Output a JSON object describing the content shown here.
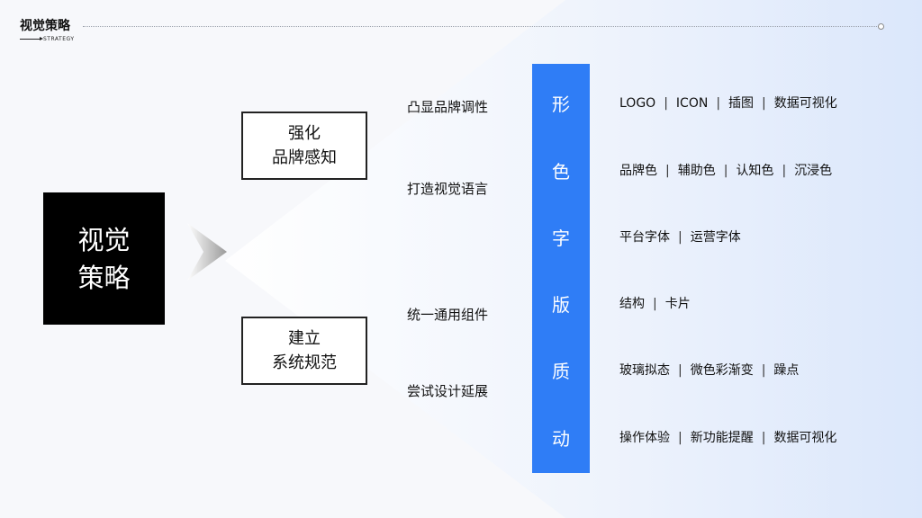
{
  "header": {
    "title": "视觉策略",
    "subtitle": "STRATEGY"
  },
  "main": {
    "label": "视觉\n策略"
  },
  "categories": [
    {
      "label": "强化\n品牌感知"
    },
    {
      "label": "建立\n系统规范"
    }
  ],
  "sub_items": [
    {
      "label": "凸显品牌调性"
    },
    {
      "label": "打造视觉语言"
    },
    {
      "label": "统一通用组件"
    },
    {
      "label": "尝试设计延展"
    }
  ],
  "bar_chars": [
    "形",
    "色",
    "字",
    "版",
    "质",
    "动"
  ],
  "details": [
    [
      "LOGO",
      "ICON",
      "插图",
      "数据可视化"
    ],
    [
      "品牌色",
      "辅助色",
      "认知色",
      "沉浸色"
    ],
    [
      "平台字体",
      "运营字体"
    ],
    [
      "结构",
      "卡片"
    ],
    [
      "玻璃拟态",
      "微色彩渐变",
      "躁点"
    ],
    [
      "操作体验",
      "新功能提醒",
      "数据可视化"
    ]
  ],
  "separator": "|",
  "colors": {
    "accent_blue": "#2f7df6",
    "main_box": "#000000"
  }
}
